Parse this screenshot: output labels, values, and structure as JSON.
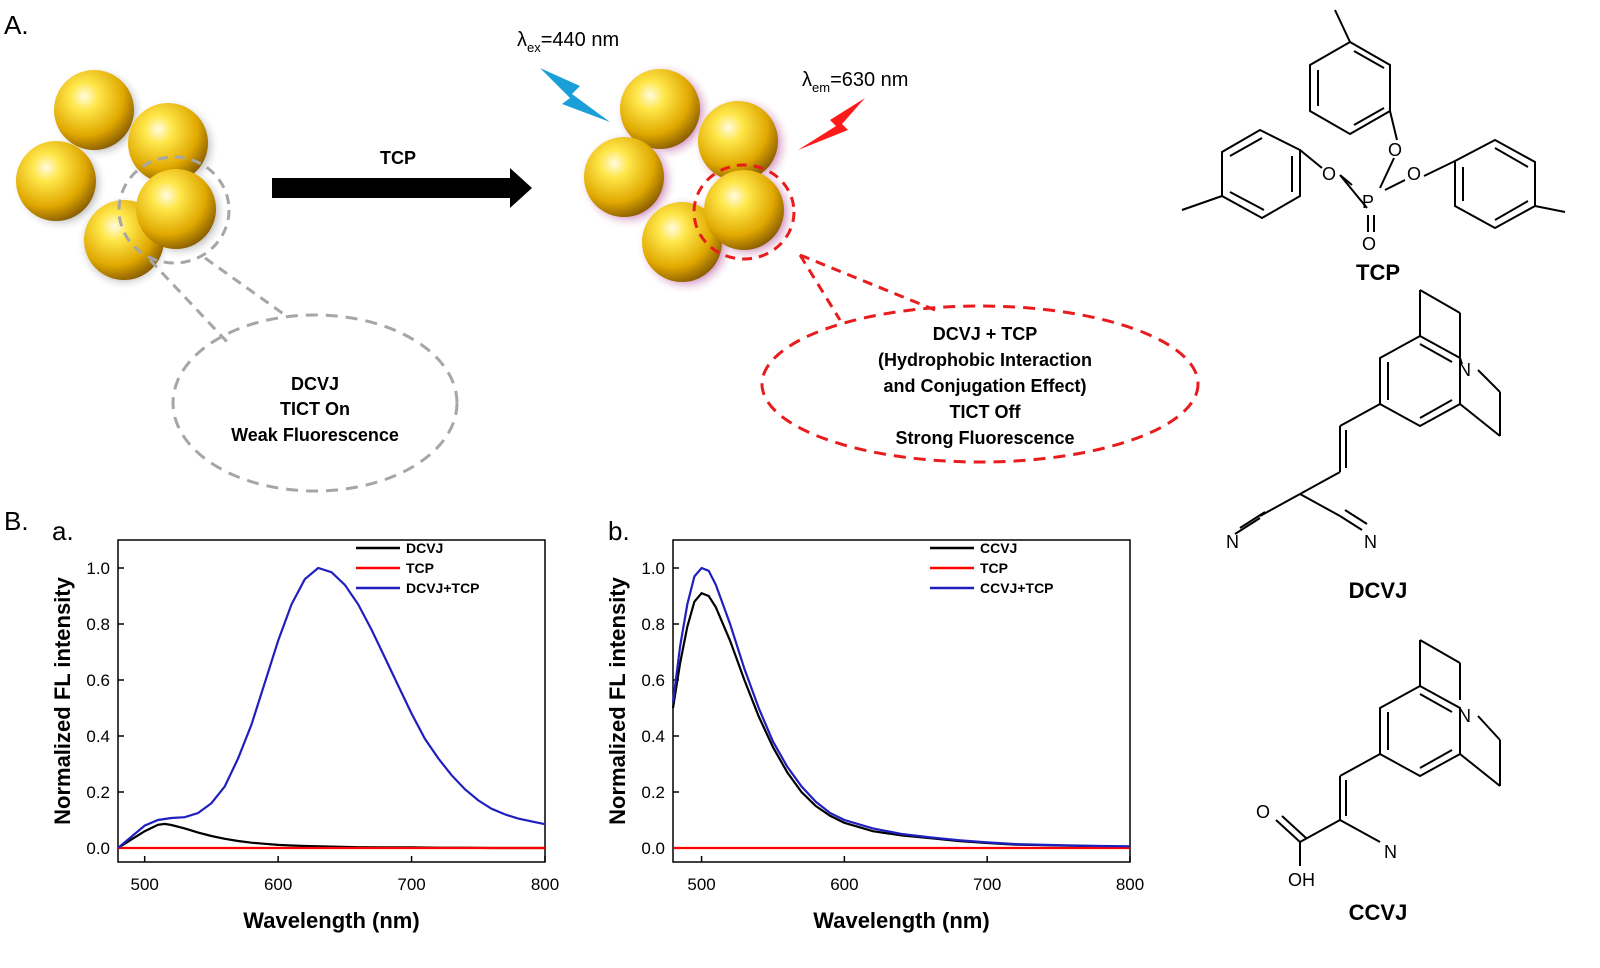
{
  "panels": {
    "A": "A.",
    "B": "B.",
    "a": "a.",
    "b": "b."
  },
  "scheme": {
    "arrow_label": "TCP",
    "excitation": {
      "symbol": "λ",
      "sub": "ex",
      "value": "=440 nm"
    },
    "emission": {
      "symbol": "λ",
      "sub": "em",
      "value": "=630 nm"
    },
    "left_bubble": [
      "DCVJ",
      "TICT On",
      "Weak Fluorescence"
    ],
    "right_bubble": [
      "DCVJ + TCP",
      "(Hydrophobic Interaction",
      "and Conjugation Effect)",
      "TICT Off",
      "Strong Fluorescence"
    ],
    "colors": {
      "sphere": "#e6b800",
      "excitation": "#1a9fd8",
      "emission": "#ff1a1a",
      "left_bubble": "#a6a6a6",
      "right_bubble": "#e81c1c"
    }
  },
  "structures": {
    "tcp": {
      "name": "TCP",
      "atoms": [
        "O",
        "O",
        "O",
        "P",
        "O"
      ]
    },
    "dcvj": {
      "name": "DCVJ",
      "atoms": [
        "N",
        "N",
        "N"
      ]
    },
    "ccvj": {
      "name": "CCVJ",
      "atoms": [
        "N",
        "O",
        "OH",
        "N"
      ]
    }
  },
  "chart_data": [
    {
      "type": "line",
      "panel": "a.",
      "xlabel": "Wavelength (nm)",
      "ylabel": "Normalized FL intensity",
      "xlim": [
        480,
        800
      ],
      "ylim": [
        -0.05,
        1.1
      ],
      "xticks": [
        500,
        600,
        700,
        800
      ],
      "yticks": [
        0.0,
        0.2,
        0.4,
        0.6,
        0.8,
        1.0
      ],
      "ytick_labels": [
        "0.0",
        "0.2",
        "0.4",
        "0.6",
        "0.8",
        "1.0"
      ],
      "legend": "top-right",
      "series": [
        {
          "name": "DCVJ",
          "color": "#000000",
          "x": [
            480,
            490,
            500,
            510,
            515,
            520,
            530,
            540,
            550,
            560,
            570,
            580,
            590,
            600,
            610,
            620,
            640,
            660,
            680,
            700,
            720,
            740,
            760,
            780,
            800
          ],
          "y": [
            0.0,
            0.03,
            0.06,
            0.083,
            0.086,
            0.082,
            0.07,
            0.055,
            0.043,
            0.033,
            0.025,
            0.019,
            0.015,
            0.011,
            0.009,
            0.007,
            0.005,
            0.003,
            0.002,
            0.002,
            0.001,
            0.001,
            0.0,
            0.0,
            0.0
          ]
        },
        {
          "name": "TCP",
          "color": "#ff0000",
          "x": [
            480,
            560,
            640,
            720,
            800
          ],
          "y": [
            0.0,
            0.0,
            0.0,
            0.0,
            0.0
          ]
        },
        {
          "name": "DCVJ+TCP",
          "color": "#1f1fbf",
          "x": [
            480,
            490,
            500,
            510,
            520,
            530,
            540,
            550,
            560,
            570,
            580,
            590,
            600,
            610,
            620,
            630,
            640,
            650,
            660,
            670,
            680,
            690,
            700,
            710,
            720,
            730,
            740,
            750,
            760,
            770,
            780,
            790,
            800
          ],
          "y": [
            0.0,
            0.04,
            0.08,
            0.1,
            0.107,
            0.11,
            0.125,
            0.16,
            0.22,
            0.32,
            0.44,
            0.59,
            0.74,
            0.87,
            0.96,
            1.0,
            0.985,
            0.94,
            0.87,
            0.78,
            0.68,
            0.58,
            0.48,
            0.39,
            0.32,
            0.26,
            0.21,
            0.17,
            0.14,
            0.12,
            0.105,
            0.095,
            0.085
          ]
        }
      ]
    },
    {
      "type": "line",
      "panel": "b.",
      "xlabel": "Wavelength (nm)",
      "ylabel": "Normalized FL intensity",
      "xlim": [
        480,
        800
      ],
      "ylim": [
        -0.05,
        1.1
      ],
      "xticks": [
        500,
        600,
        700,
        800
      ],
      "yticks": [
        0.0,
        0.2,
        0.4,
        0.6,
        0.8,
        1.0
      ],
      "ytick_labels": [
        "0.0",
        "0.2",
        "0.4",
        "0.6",
        "0.8",
        "1.0"
      ],
      "legend": "top-right",
      "series": [
        {
          "name": "CCVJ",
          "color": "#000000",
          "x": [
            480,
            485,
            490,
            495,
            500,
            505,
            510,
            520,
            530,
            540,
            550,
            560,
            570,
            580,
            590,
            600,
            620,
            640,
            660,
            680,
            700,
            720,
            740,
            760,
            780,
            800
          ],
          "y": [
            0.5,
            0.66,
            0.79,
            0.88,
            0.91,
            0.9,
            0.86,
            0.74,
            0.6,
            0.47,
            0.36,
            0.27,
            0.2,
            0.15,
            0.115,
            0.09,
            0.06,
            0.045,
            0.035,
            0.025,
            0.018,
            0.012,
            0.01,
            0.008,
            0.006,
            0.005
          ]
        },
        {
          "name": "TCP",
          "color": "#ff0000",
          "x": [
            480,
            560,
            640,
            720,
            800
          ],
          "y": [
            0.0,
            0.0,
            0.0,
            0.0,
            0.0
          ]
        },
        {
          "name": "CCVJ+TCP",
          "color": "#1f1fbf",
          "x": [
            480,
            485,
            490,
            495,
            500,
            505,
            510,
            520,
            530,
            540,
            550,
            560,
            570,
            580,
            590,
            600,
            620,
            640,
            660,
            680,
            700,
            720,
            740,
            760,
            780,
            800
          ],
          "y": [
            0.52,
            0.72,
            0.87,
            0.97,
            1.0,
            0.99,
            0.94,
            0.8,
            0.64,
            0.5,
            0.38,
            0.29,
            0.22,
            0.165,
            0.125,
            0.1,
            0.07,
            0.05,
            0.038,
            0.028,
            0.02,
            0.014,
            0.011,
            0.009,
            0.007,
            0.006
          ]
        }
      ]
    }
  ]
}
